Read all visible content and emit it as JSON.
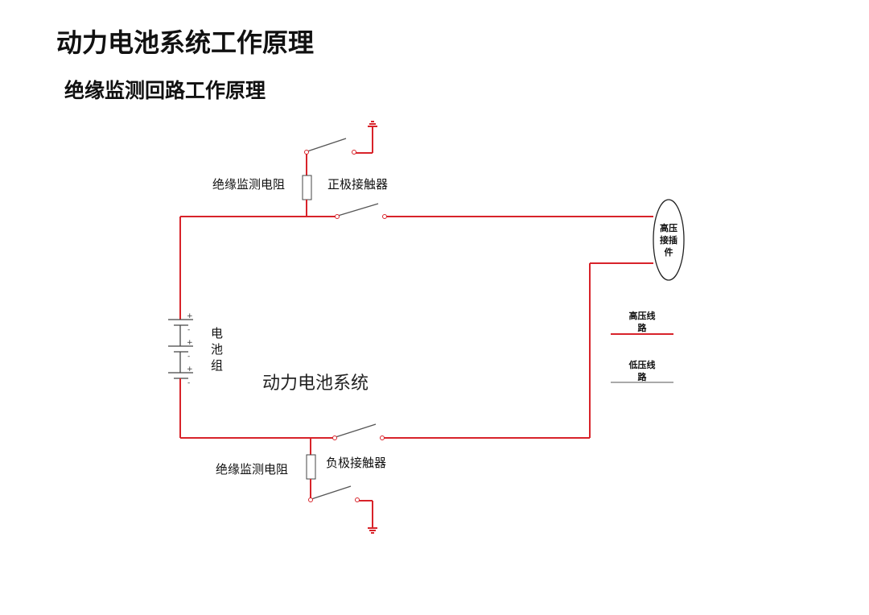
{
  "header": {
    "title": "动力电池系统工作原理",
    "subtitle": "绝缘监测回路工作原理"
  },
  "diagram": {
    "labels": {
      "top_resistor": "绝缘监测电阻",
      "positive_contactor": "正极接触器",
      "bottom_resistor": "绝缘监测电阻",
      "negative_contactor": "负极接触器",
      "battery_pack": [
        "电",
        "池",
        "组"
      ],
      "system": "动力电池系统",
      "connector": [
        "高压",
        "接插",
        "件"
      ]
    },
    "legend": {
      "high_voltage": [
        "高压线",
        "路"
      ],
      "low_voltage": [
        "低压线",
        "路"
      ]
    },
    "battery_polarity": [
      "+",
      "-",
      "+",
      "-",
      "+",
      "-"
    ],
    "colors": {
      "high_voltage_line": "#d8232a",
      "low_voltage_line": "#555555"
    }
  }
}
